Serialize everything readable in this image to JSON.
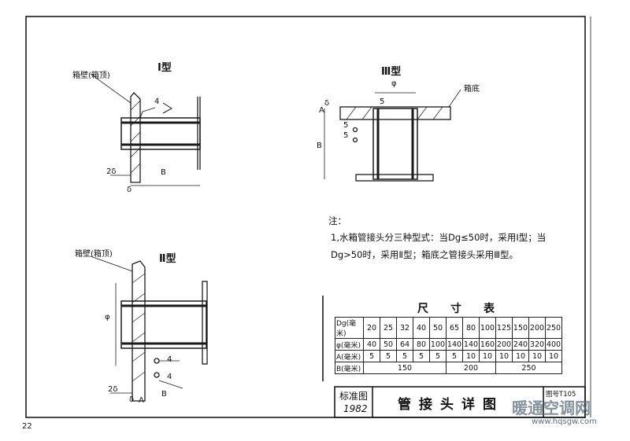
{
  "page_number": "22",
  "figure_1": {
    "title": "Ⅰ型",
    "wall_label": "箱壁(箱顶)",
    "weld_size": "4",
    "dim_thickness": "2δ",
    "dim_length": "B",
    "dim_wall": "δ"
  },
  "figure_2": {
    "title": "Ⅱ型",
    "wall_label": "箱壁(箱顶)",
    "weld_size_1": "4",
    "weld_size_2": "4",
    "dim_thickness": "2δ",
    "dim_length": "B",
    "dim_diameter": "φ",
    "dim_wall": "δ",
    "dim_a": "A"
  },
  "figure_3": {
    "title": "Ⅲ型",
    "bottom_label": "箱底",
    "dim_diameter": "φ",
    "weld_1": "5",
    "weld_2": "5",
    "dim_5": "5",
    "dim_a": "A",
    "dim_delta": "δ",
    "dim_b": "B"
  },
  "notes": {
    "title": "注：",
    "line1": "1,水箱管接头分三种型式：当Dg≤50时，采用Ⅰ型；当",
    "line2": "Dg>50时，采用Ⅱ型；箱底之管接头采用Ⅲ型。"
  },
  "dimension_table": {
    "title": "尺　　寸　　表",
    "rows": [
      {
        "label": "Dg(毫米)",
        "cells": [
          "20",
          "25",
          "32",
          "40",
          "50",
          "65",
          "80",
          "100",
          "125",
          "150",
          "200",
          "250"
        ]
      },
      {
        "label": "φ(毫米)",
        "cells": [
          "40",
          "50",
          "64",
          "80",
          "100",
          "140",
          "140",
          "160",
          "200",
          "240",
          "320",
          "400"
        ]
      },
      {
        "label": "A(毫米)",
        "cells": [
          "5",
          "5",
          "5",
          "5",
          "5",
          "5",
          "10",
          "10",
          "10",
          "10",
          "10",
          "10"
        ]
      }
    ],
    "b_row": {
      "label": "B(毫米)",
      "groups": [
        "150",
        "200",
        "250"
      ]
    }
  },
  "title_block": {
    "label_top": "标准图",
    "label_year": "1982",
    "title": "管接头详图",
    "drawing_no": "图号T105"
  },
  "watermark": {
    "text": "暖通空调网",
    "url": "www.hqsgw.com"
  }
}
